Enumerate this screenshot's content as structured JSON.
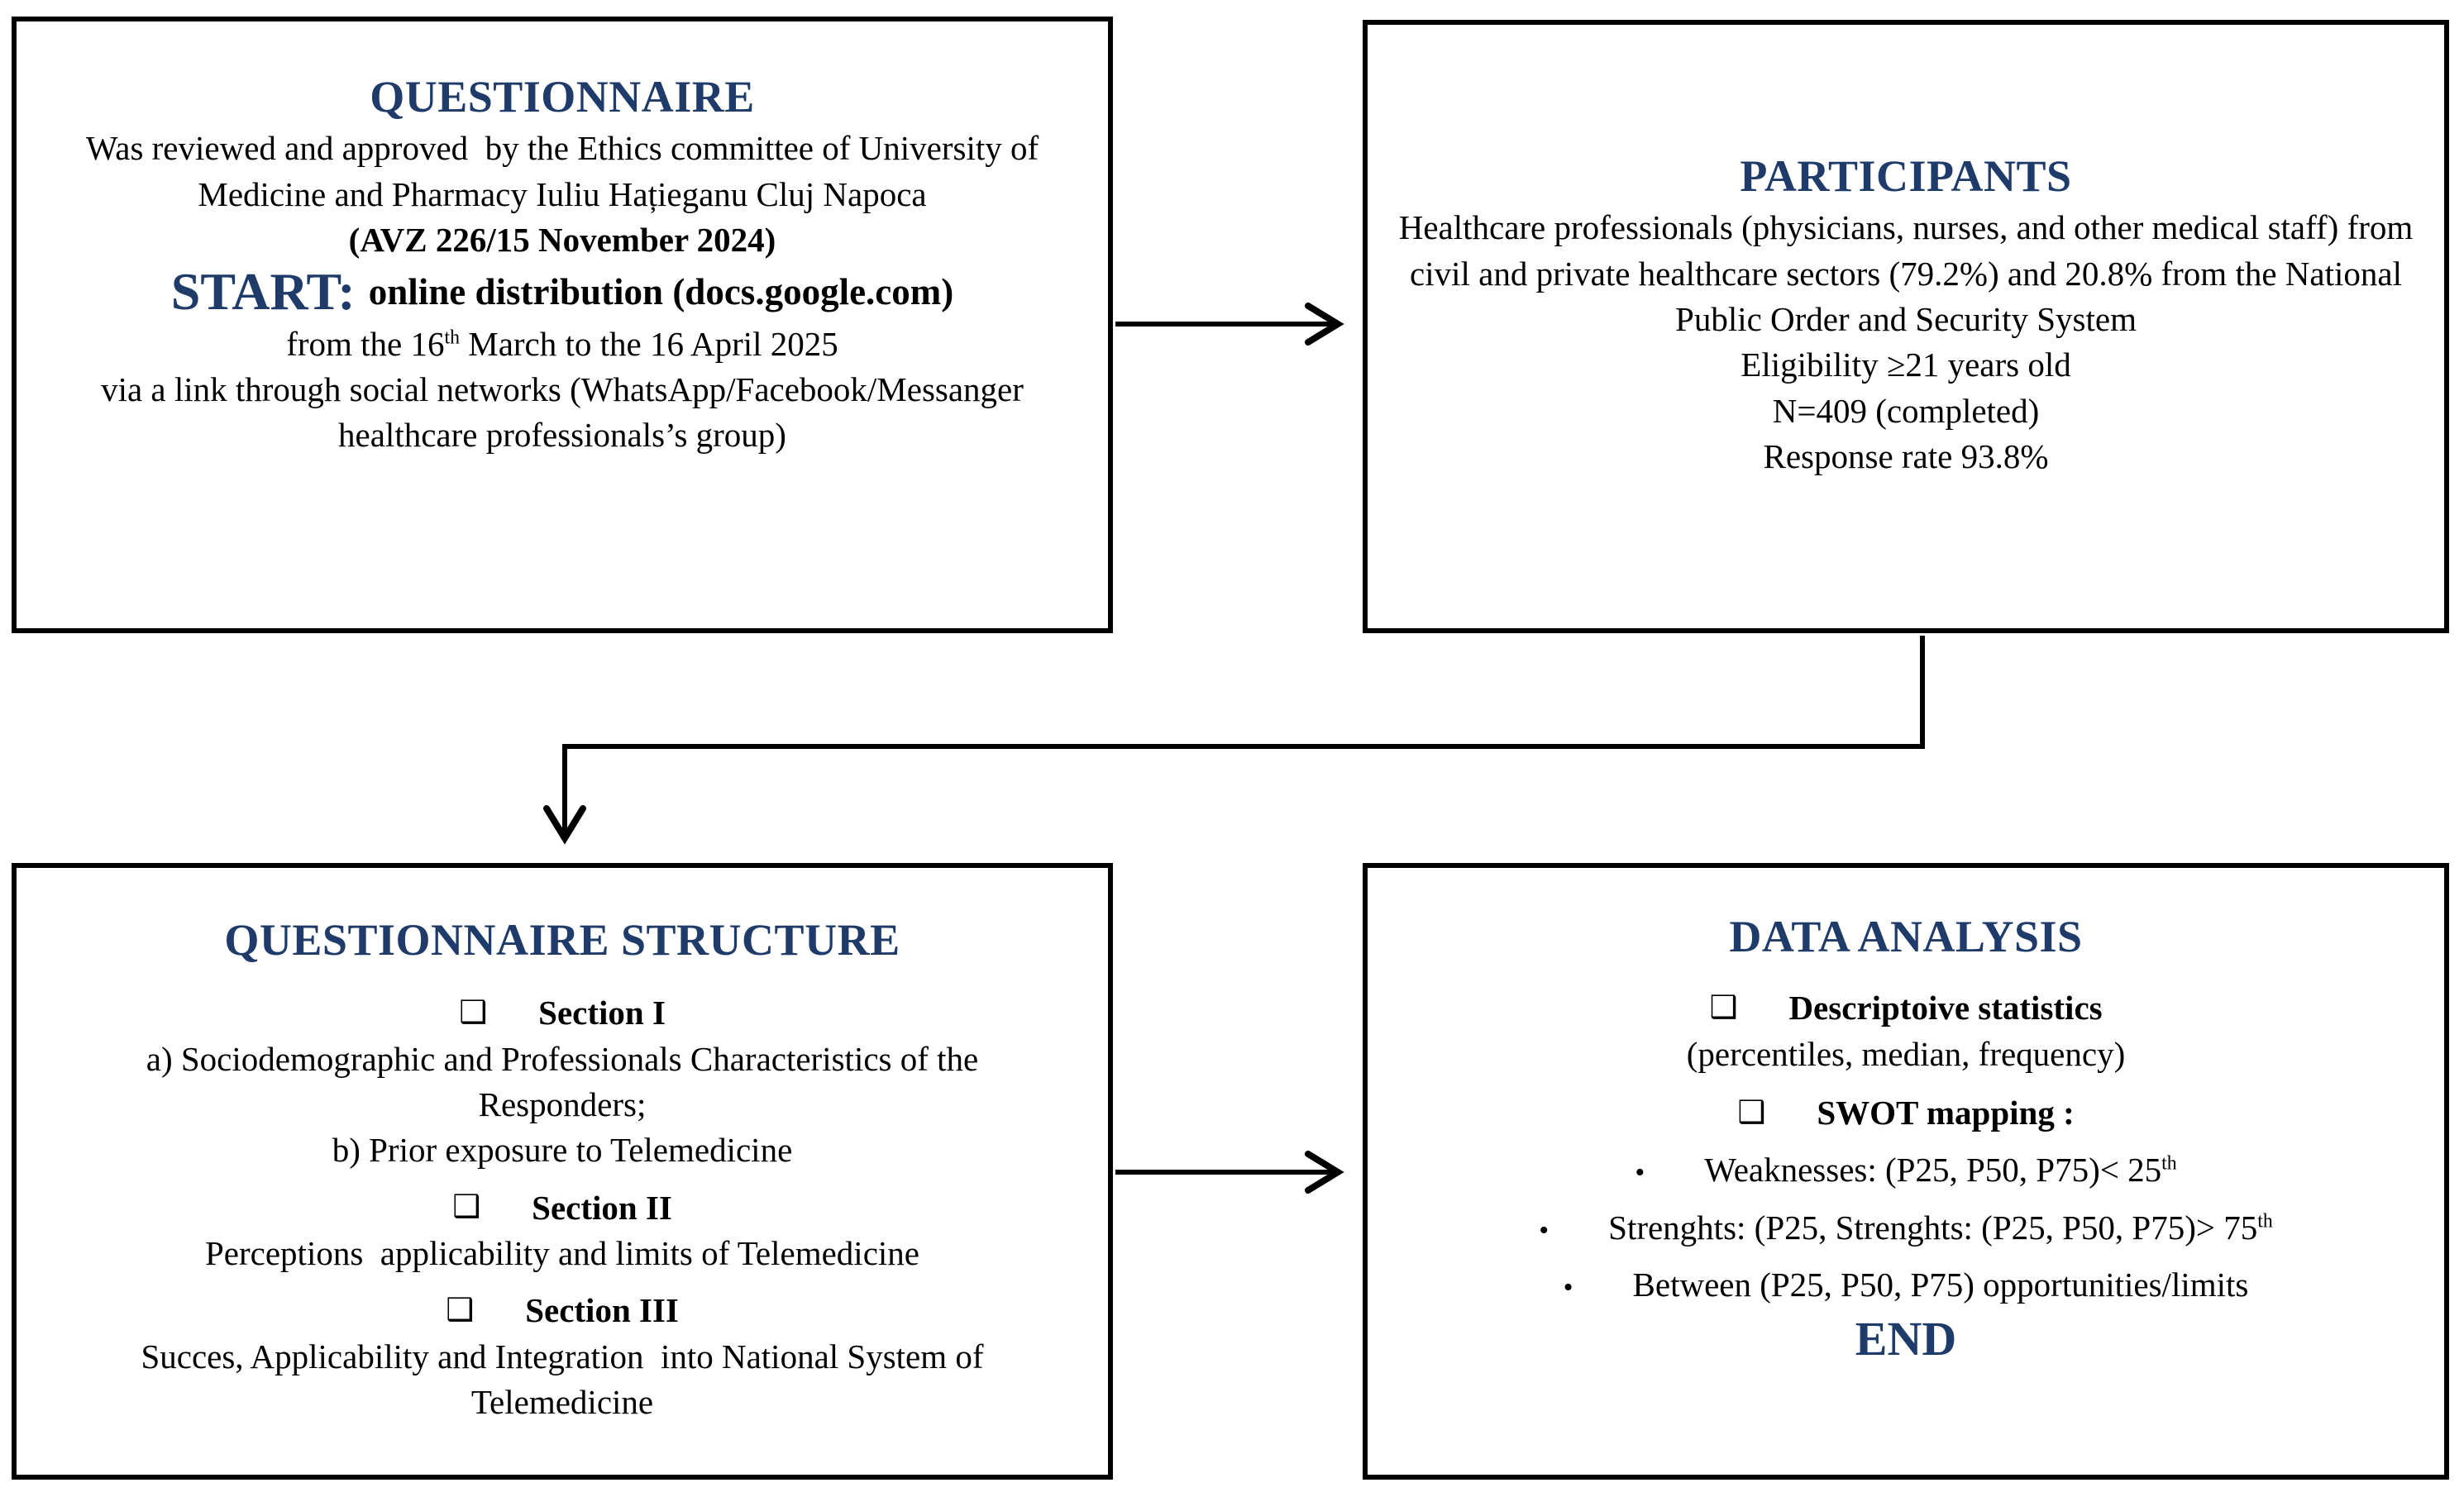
{
  "figure": {
    "background": "#ffffff",
    "accent_navy": "#1f3b69",
    "text_color": "#000000",
    "border_color": "#000000"
  },
  "icons": {
    "checkbox": "❑",
    "bullet": "•"
  },
  "questionnaire": {
    "title": "QUESTIONNAIRE",
    "review": "Was reviewed and approved  by the Ethics committee of University of Medicine and Pharmacy Iuliu Hațieganu Cluj Napoca",
    "approval": "(AVZ 226/15 November 2024)",
    "start_label": "START:",
    "start_detail": "online distribution (docs.google.com)",
    "period_pre": "from the 16",
    "period_sup": "th",
    "period_post": " March to the 16 April 2025",
    "distribution": "via a link through social networks (WhatsApp/Facebook/Messanger healthcare professionals’s group)"
  },
  "participants": {
    "title": "PARTICIPANTS",
    "description": "Healthcare professionals (physicians, nurses, and other medical staff) from civil and private healthcare sectors (79.2%) and 20.8% from the National Public Order and Security System",
    "eligibility": "Eligibility ≥21 years old",
    "sample": "N=409 (completed)",
    "response_rate": "Response rate 93.8%"
  },
  "structure": {
    "title": "QUESTIONNAIRE STRUCTURE",
    "sections": [
      {
        "heading": "Section I",
        "line_a": "a) Sociodemographic and Professionals Characteristics of the Responders;",
        "line_b": "b) Prior exposure to Telemedicine"
      },
      {
        "heading": "Section II",
        "line_a": "Perceptions  applicability and limits of Telemedicine"
      },
      {
        "heading": "Section III",
        "line_a": "Succes, Applicability and Integration  into National System of Telemedicine"
      }
    ]
  },
  "analysis": {
    "title": "DATA ANALYSIS",
    "item1_heading": "Descriptoive statistics",
    "item1_detail": "(percentiles, median, frequency)",
    "item2_heading": "SWOT mapping :",
    "bullets": [
      {
        "pre": "Weaknesses: (P25, P50, P75)< 25",
        "sup": "th"
      },
      {
        "pre": "Strenghts: (P25, Strenghts: (P25, P50, P75)> 75",
        "sup": "th"
      },
      {
        "pre": "Between (P25, P50, P75) opportunities/limits",
        "sup": ""
      }
    ],
    "end_label": "END"
  }
}
